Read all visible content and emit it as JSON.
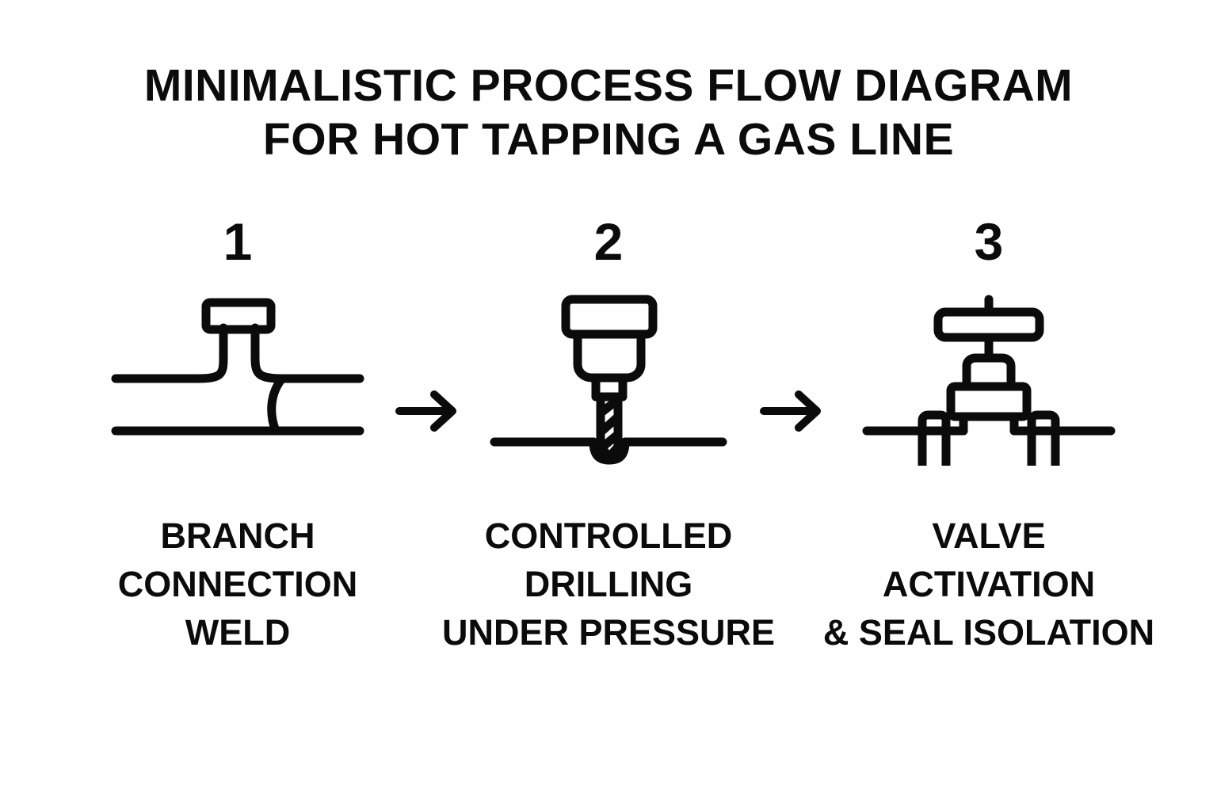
{
  "background_color": "#fefefe",
  "stroke_color": "#0b0b0b",
  "title": {
    "line1": "MINIMALISTIC PROCESS FLOW DIAGRAM",
    "line2": "FOR HOT TAPPING A GAS LINE"
  },
  "steps": [
    {
      "number": "1",
      "icon_name": "branch-connection-tee-icon",
      "caption": {
        "line1": "BRANCH",
        "line2": "CONNECTION",
        "line3": "WELD"
      }
    },
    {
      "number": "2",
      "icon_name": "drill-under-pressure-icon",
      "caption": {
        "line1": "CONTROLLED",
        "line2": "DRILLING",
        "line3": "UNDER PRESSURE"
      }
    },
    {
      "number": "3",
      "icon_name": "gate-valve-icon",
      "caption": {
        "line1": "VALVE",
        "line2": "ACTIVATION",
        "line3": "& SEAL ISOLATION"
      }
    }
  ],
  "connectors": [
    {
      "name": "arrow-right-icon",
      "glyph": "→"
    },
    {
      "name": "arrow-right-icon",
      "glyph": "→"
    }
  ]
}
